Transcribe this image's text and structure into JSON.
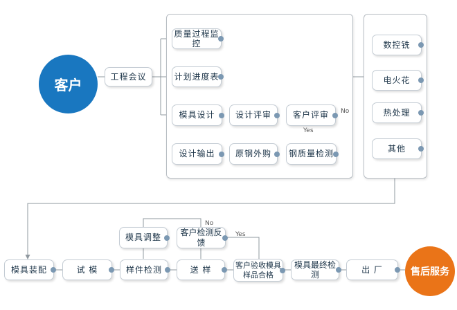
{
  "customer": "客户",
  "after_sales": "售后服务",
  "engineering": {
    "meeting": "工程会议",
    "quality_monitor": "质量过程监控",
    "schedule": "计划进度表",
    "mold_design": "模具设计",
    "design_review": "设计评审",
    "customer_review": "客户评审",
    "design_output": "设计输出",
    "steel_purchase": "原钢外购",
    "steel_inspection": "钢质量检测"
  },
  "processes": {
    "cnc_milling": "数控铣",
    "edm": "电火花",
    "heat_treatment": "热处理",
    "other": "其他"
  },
  "assembly": {
    "mold_assembly": "模具装配",
    "trial": "试 模",
    "sample_inspection": "样件检测",
    "shipping_sample": "送 样",
    "customer_feedback": "客户检测反馈",
    "mold_adjust": "模具调整",
    "customer_acceptance": "客户验收模具样品合格",
    "final_inspection": "模具最终检测",
    "ship_out": "出 厂"
  },
  "labels": {
    "no_review": "No",
    "yes_review": "Yes",
    "no_feedback": "No",
    "yes_feedback": "Yes"
  },
  "colors": {
    "customer_circle": "#1977c0",
    "after_sales_circle": "#ea7418",
    "connector": "#8f989f",
    "node_dot": "#7b98b2"
  }
}
